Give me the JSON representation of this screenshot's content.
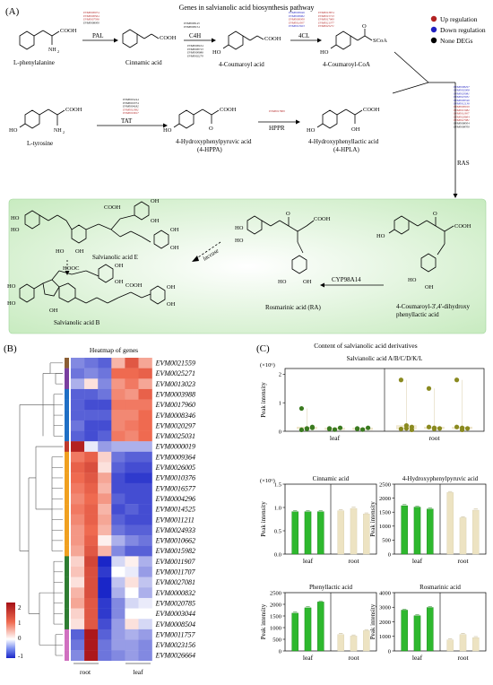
{
  "panelA": {
    "label": "(A)",
    "title": "Genes in salvianolic acid biosynthesis pathway",
    "legend": [
      {
        "label": "Up regulation",
        "color": "#b22222"
      },
      {
        "label": "Down regulation",
        "color": "#2020c0"
      },
      {
        "label": "None DEGs",
        "color": "#000000"
      }
    ],
    "compounds": {
      "phe": "L-phenylalanine",
      "cin": "Cinnamic acid",
      "cou": "4-Coumaroyl acid",
      "coa": "4-Coumaroyl-CoA",
      "tyr": "L-tyrosine",
      "hppa1": "4-Hydroxyphenylpyruvic acid",
      "hppa2": "(4-HPPA)",
      "hpla1": "4-Hydroxyphenyllactic acid",
      "hpla2": "(4-HPLA)",
      "sale": "Salvianolic acid E",
      "salb": "Salvianolic acid B",
      "ra": "Rosmarinic acid (RA)",
      "cd1": "4-Coumaroyl-3',4'-dihydroxy",
      "cd2": "phenyllactic acid"
    },
    "enzymes": {
      "pal": "PAL",
      "c4h": "C4H",
      "fourcl": "4CL",
      "tat": "TAT",
      "hppr": "HPPR",
      "ras": "RAS",
      "cyp": "CYP98A14",
      "laccase": "laccase"
    },
    "chem_labels": {
      "cooh": "COOH",
      "nh2": "NH",
      "two": "2",
      "ho": "HO",
      "oh": "OH",
      "o": "O",
      "scoa": "SCoA",
      "hooc": "HOOC"
    },
    "gene_lists": {
      "pal": [
        {
          "id": "EVM0000074",
          "color": "#b22222"
        },
        {
          "id": "EVM0000564",
          "color": "#b22222"
        },
        {
          "id": "EVM0007596",
          "color": "#b22222"
        },
        {
          "id": "EVM0008300",
          "color": "#000000"
        }
      ],
      "c4h": [
        {
          "id": "EVM0000145",
          "color": "#000000"
        },
        {
          "id": "EVM0000154",
          "color": "#000000"
        }
      ],
      "c4h_b": [
        {
          "id": "EVM0000104",
          "color": "#000000"
        },
        {
          "id": "EVM0000713",
          "color": "#000000"
        },
        {
          "id": "EVM0000986",
          "color": "#000000"
        },
        {
          "id": "EVM0002279",
          "color": "#000000"
        }
      ],
      "fourcl": [
        {
          "id": "EVM0000046",
          "color": "#2020c0"
        },
        {
          "id": "EVM0000062",
          "color": "#2020c0"
        },
        {
          "id": "EVM0000300",
          "color": "#b22222"
        },
        {
          "id": "EVM0011007",
          "color": "#b22222"
        },
        {
          "id": "EVM0013023",
          "color": "#2020c0"
        },
        {
          "id": "EVM0013874",
          "color": "#b22222"
        },
        {
          "id": "EVM0015713",
          "color": "#b22222"
        },
        {
          "id": "EVM0017960",
          "color": "#b22222"
        },
        {
          "id": "EVM0021377",
          "color": "#b22222"
        },
        {
          "id": "EVM0025271",
          "color": "#b22222"
        }
      ],
      "tat": [
        {
          "id": "EVM0001244",
          "color": "#000000"
        },
        {
          "id": "EVM0001374",
          "color": "#000000"
        },
        {
          "id": "EVM0004182",
          "color": "#000000"
        },
        {
          "id": "EVM0011982",
          "color": "#b22222"
        },
        {
          "id": "EVM0019817",
          "color": "#b22222"
        }
      ],
      "hppr": [
        {
          "id": "EVM0017809",
          "color": "#b22222"
        }
      ],
      "ras": [
        {
          "id": "EVM0008297",
          "color": "#2020c0"
        },
        {
          "id": "EVM0002008",
          "color": "#2020c0"
        },
        {
          "id": "EVM0020081",
          "color": "#2020c0"
        },
        {
          "id": "EVM0025031",
          "color": "#2020c0"
        },
        {
          "id": "EVM0000346",
          "color": "#2020c0"
        },
        {
          "id": "EVM0012136",
          "color": "#2020c0"
        },
        {
          "id": "EVM0000019",
          "color": "#b22222"
        },
        {
          "id": "EVM0015982",
          "color": "#b22222"
        },
        {
          "id": "EVM0011907",
          "color": "#b22222"
        },
        {
          "id": "EVM0026664",
          "color": "#b22222"
        },
        {
          "id": "EVM0027081",
          "color": "#b22222"
        },
        {
          "id": "EVM0008504",
          "color": "#000000"
        },
        {
          "id": "EVM0008700",
          "color": "#000000"
        }
      ]
    }
  },
  "panelB": {
    "label": "(B)",
    "title": "Heatmap of genes",
    "xlabels": [
      "root",
      "leaf"
    ],
    "colorbar_ticks": [
      "2",
      "1",
      "0",
      "-1"
    ],
    "genes": [
      "EVM0021559",
      "EVM0025271",
      "EVM0013023",
      "EVM0003988",
      "EVM0017960",
      "EVM0008346",
      "EVM0020297",
      "EVM0025031",
      "EVM0000019",
      "EVM0009364",
      "EVM0026005",
      "EVM0010376",
      "EVM0016577",
      "EVM0004296",
      "EVM0014525",
      "EVM0011211",
      "EVM0024933",
      "EVM0010662",
      "EVM0015982",
      "EVM0011907",
      "EVM0011707",
      "EVM0027081",
      "EVM0000832",
      "EVM0020785",
      "EVM0003044",
      "EVM0008504",
      "EVM0011757",
      "EVM0023156",
      "EVM0026664"
    ],
    "values": [
      [
        -0.6,
        -0.7,
        -0.8,
        0.5,
        1.2,
        0.6
      ],
      [
        -0.7,
        -0.6,
        -0.7,
        1.0,
        1.0,
        1.1
      ],
      [
        -0.4,
        0.2,
        -0.6,
        0.7,
        0.9,
        0.6
      ],
      [
        -0.8,
        -0.8,
        -0.7,
        0.8,
        0.7,
        1.1
      ],
      [
        -0.8,
        -0.9,
        -0.9,
        0.9,
        0.9,
        0.9
      ],
      [
        -0.8,
        -0.8,
        -0.8,
        0.8,
        0.8,
        1.0
      ],
      [
        -0.7,
        -0.9,
        -0.9,
        0.8,
        0.9,
        1.0
      ],
      [
        -0.8,
        -0.9,
        -0.8,
        0.9,
        0.8,
        1.0
      ],
      [
        1.8,
        -0.1,
        -0.5,
        -0.4,
        -0.4,
        -0.4
      ],
      [
        0.9,
        1.1,
        0.3,
        -0.7,
        -0.8,
        -0.8
      ],
      [
        1.1,
        1.3,
        0.2,
        -0.8,
        -0.9,
        -0.9
      ],
      [
        1.0,
        1.2,
        0.6,
        -0.9,
        -1.0,
        -1.0
      ],
      [
        0.9,
        1.1,
        0.5,
        -0.9,
        -0.9,
        -0.9
      ],
      [
        0.8,
        1.0,
        0.7,
        -0.8,
        -0.9,
        -0.9
      ],
      [
        0.9,
        1.1,
        0.5,
        -0.9,
        -0.8,
        -0.9
      ],
      [
        0.8,
        1.1,
        0.6,
        -0.8,
        -0.9,
        -0.9
      ],
      [
        0.7,
        1.0,
        0.5,
        -0.7,
        -0.8,
        -0.8
      ],
      [
        0.7,
        1.1,
        0.1,
        -0.4,
        -0.6,
        -0.7
      ],
      [
        0.6,
        1.2,
        0.5,
        -0.6,
        -0.8,
        -0.8
      ],
      [
        0.3,
        1.4,
        -1.1,
        -0.2,
        0.1,
        -0.4
      ],
      [
        0.4,
        1.3,
        -1.0,
        0.0,
        -0.1,
        -0.5
      ],
      [
        0.2,
        1.3,
        -1.1,
        -0.3,
        0.2,
        -0.3
      ],
      [
        0.5,
        1.3,
        -1.1,
        -0.4,
        0.0,
        -0.4
      ],
      [
        0.6,
        1.2,
        -1.0,
        -0.6,
        -0.2,
        -0.1
      ],
      [
        0.3,
        1.2,
        -1.0,
        -0.6,
        0.0,
        0.0
      ],
      [
        0.2,
        1.2,
        -0.9,
        -0.5,
        0.2,
        -0.2
      ],
      [
        -0.8,
        1.9,
        -0.8,
        -0.5,
        -0.4,
        -0.5
      ],
      [
        -0.7,
        1.9,
        -0.7,
        -0.5,
        -0.5,
        -0.6
      ],
      [
        -0.6,
        1.9,
        -0.7,
        -0.6,
        -0.5,
        -0.6
      ]
    ],
    "cluster_colors": [
      "#8b5e34",
      "#7a3fa0",
      "#7a3fa0",
      "#1f6fc5",
      "#1f6fc5",
      "#1f6fc5",
      "#1f6fc5",
      "#1f6fc5",
      "#c0392b",
      "#f0a020",
      "#f0a020",
      "#f0a020",
      "#f0a020",
      "#f0a020",
      "#f0a020",
      "#f0a020",
      "#f0a020",
      "#f0a020",
      "#f0a020",
      "#2e7d32",
      "#2e7d32",
      "#2e7d32",
      "#2e7d32",
      "#2e7d32",
      "#2e7d32",
      "#2e7d32",
      "#d070c0",
      "#d070c0",
      "#d070c0"
    ]
  },
  "panelC": {
    "label": "(C)",
    "title": "Content of salvianolic acid derivatives",
    "ylabel": "Peak intensity",
    "xcats": [
      "leaf",
      "root"
    ]
  },
  "chart_data": [
    {
      "type": "box",
      "title": "Salvianolic acid A/B/C/D/K/L",
      "ylabel": "Peak intensity",
      "scale_label": "(×10⁶)",
      "ylim": [
        0,
        2.2
      ],
      "yticks": [
        "0",
        "1",
        "2"
      ],
      "groups": [
        "leaf",
        "root"
      ],
      "series": [
        {
          "name": "leaf rep1",
          "points": [
            0.8,
            0.1,
            0.15,
            0.05,
            0.08,
            0.12
          ]
        },
        {
          "name": "leaf rep2",
          "points": [
            0.1,
            0.06,
            0.12,
            0.08
          ]
        },
        {
          "name": "leaf rep3",
          "points": [
            0.1,
            0.06,
            0.12,
            0.08
          ]
        },
        {
          "name": "root rep1",
          "points": [
            1.8,
            0.2,
            0.05,
            0.08,
            0.1,
            0.15
          ]
        },
        {
          "name": "root rep2",
          "points": [
            1.5,
            0.08,
            0.1,
            0.15,
            0.12
          ]
        },
        {
          "name": "root rep3",
          "points": [
            1.8,
            0.05,
            0.1,
            0.15,
            0.12
          ]
        }
      ]
    },
    {
      "type": "bar",
      "title": "Cinnamic acid",
      "ylabel": "Peak intensity",
      "scale_label": "(×10⁶)",
      "ylim": [
        0,
        1.5
      ],
      "yticks": [
        "0.0",
        "0.5",
        "1.0",
        "1.5"
      ],
      "groups": [
        "leaf",
        "root"
      ],
      "values": [
        0.91,
        0.91,
        0.91,
        0.93,
        0.98,
        0.86
      ]
    },
    {
      "type": "bar",
      "title": "4-Hydroxyphenylpyruvic acid",
      "ylabel": "Peak intensity",
      "ylim": [
        0,
        2500
      ],
      "yticks": [
        "0",
        "500",
        "1000",
        "1500",
        "2000",
        "2500"
      ],
      "groups": [
        "leaf",
        "root"
      ],
      "values": [
        1730,
        1680,
        1610,
        2200,
        1300,
        1570
      ]
    },
    {
      "type": "bar",
      "title": "Phenyllactic acid",
      "ylabel": "Peak intensity",
      "ylim": [
        0,
        2500
      ],
      "yticks": [
        "0",
        "500",
        "1000",
        "1500",
        "2000",
        "2500"
      ],
      "groups": [
        "leaf",
        "root"
      ],
      "values": [
        1620,
        1850,
        2100,
        700,
        640,
        870
      ]
    },
    {
      "type": "bar",
      "title": "Rosmarinic acid",
      "ylabel": "Peak intensity",
      "ylim": [
        0,
        4000
      ],
      "yticks": [
        "0",
        "1000",
        "2000",
        "3000",
        "4000"
      ],
      "groups": [
        "leaf",
        "root"
      ],
      "values": [
        2800,
        2420,
        2980,
        760,
        1130,
        910
      ]
    }
  ],
  "colors": {
    "leaf_bar": "#2eb82e",
    "leaf_bar_edge": "#138013",
    "root_bar": "#ede3c2",
    "box_fill": "#f3ecd5",
    "dot": "#8a8a20",
    "dot_leaf": "#3a7a20",
    "panel_green": "#dff3d8"
  }
}
